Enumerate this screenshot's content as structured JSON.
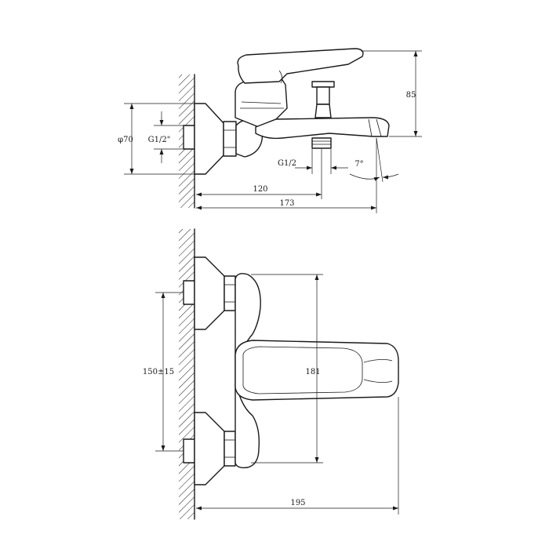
{
  "top_view": {
    "height_dim": "85",
    "diameter_label": "φ70",
    "thread_side": "G1/2\"",
    "thread_bottom": "G1/2",
    "angle": "7°",
    "depth_to_inlet": "120",
    "depth_total": "173"
  },
  "bottom_view": {
    "spacing": "150±15",
    "lever_length": "181",
    "depth_total": "195"
  }
}
